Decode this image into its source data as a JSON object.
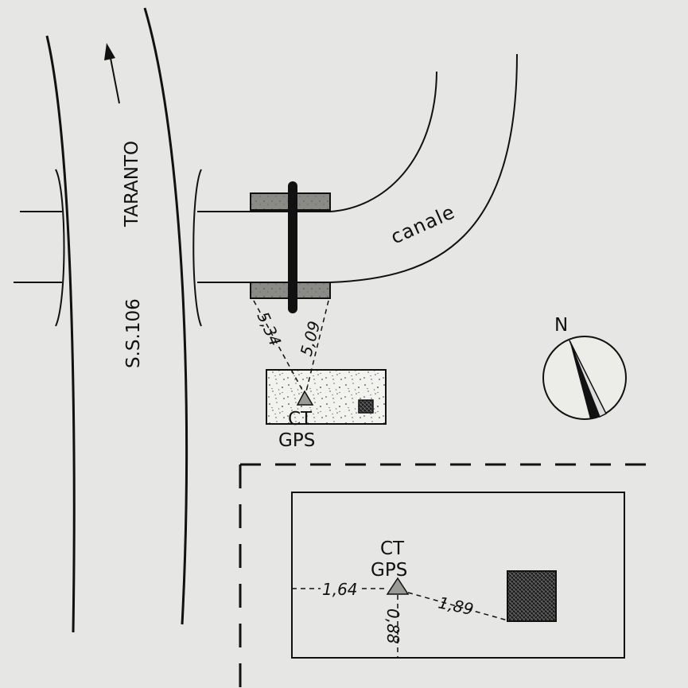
{
  "labels": {
    "direction_town": "TARANTO",
    "road": "S.S.106",
    "canal": "canale",
    "north": "N",
    "station_top_line1": "CT",
    "station_top_line2": "GPS",
    "station_bottom_line1": "CT",
    "station_bottom_line2": "GPS"
  },
  "measurements": {
    "top_left": "5,34",
    "top_right": "5,09",
    "bottom_left": "1,64",
    "bottom_right": "1,89",
    "bottom_down": "0,88"
  },
  "colors": {
    "background": "#e6e6e4",
    "ink": "#111111",
    "bridge_fill": "#8a8a86",
    "triangle_fill": "#9a9a96"
  },
  "icons": {
    "compass": "north-arrow-icon",
    "road_arrow": "arrow-up-icon",
    "station_marker": "triangle-marker-icon"
  }
}
